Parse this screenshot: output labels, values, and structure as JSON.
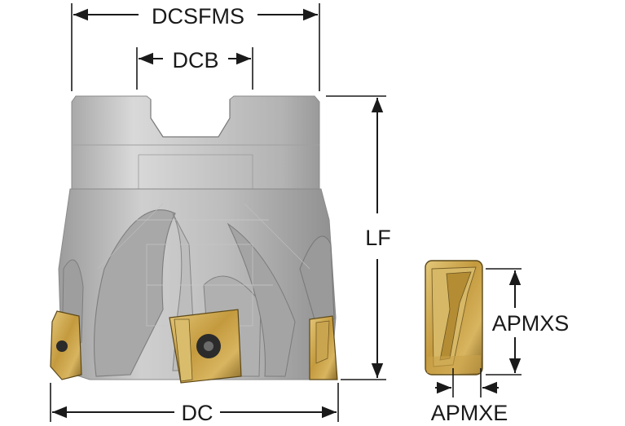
{
  "labels": {
    "dcsfms": "DCSFMS",
    "dcb": "DCB",
    "lf": "LF",
    "dc": "DC",
    "apmxs": "APMXS",
    "apmxe": "APMXE"
  },
  "colors": {
    "body_light": "#d4d4d4",
    "body_mid": "#b8b8b8",
    "body_dark": "#8e8e8e",
    "insert_gold": "#c9a24a",
    "insert_dark": "#6a5420",
    "line": "#1a1a1a"
  },
  "icons": [
    "milling-cutter-body",
    "indexable-insert",
    "torx-screw"
  ]
}
